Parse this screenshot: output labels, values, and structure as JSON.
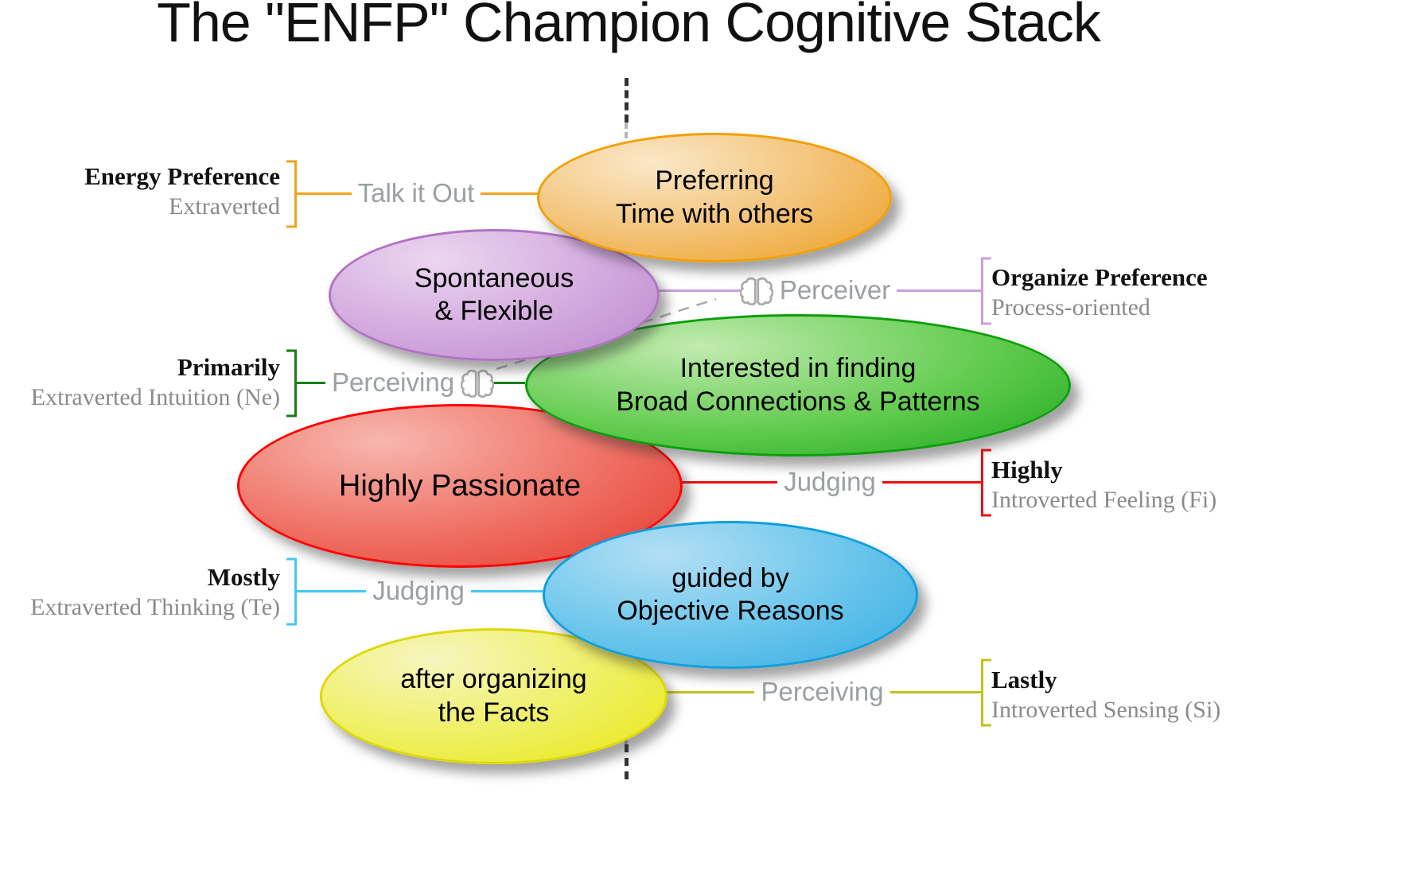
{
  "title": "The \"ENFP\" Champion Cognitive Stack",
  "center_line_color": "#333333",
  "dashed_link_color": "#ABABAB",
  "ellipses": [
    {
      "name": "preferring-time-with-others",
      "line1": "Preferring",
      "line2": "Time with others",
      "border": "#F2A007"
    },
    {
      "name": "spontaneous-flexible",
      "line1": "Spontaneous",
      "line2": "& Flexible",
      "border": "#B172C4"
    },
    {
      "name": "broad-connections",
      "line1": "Interested in finding",
      "line2": "Broad Connections & Patterns",
      "border": "#0B9E0B"
    },
    {
      "name": "highly-passionate",
      "line1": "Highly Passionate",
      "line2": "",
      "border": "#FF0000"
    },
    {
      "name": "objective-reasons",
      "line1": "guided by",
      "line2": "Objective Reasons",
      "border": "#0F9FDC"
    },
    {
      "name": "organizing-facts",
      "line1": "after organizing",
      "line2": "the Facts",
      "border": "#DED800"
    }
  ],
  "left_labels": [
    {
      "bold": "Energy Preference",
      "sub": "Extraverted",
      "link": "Talk it Out",
      "color": "#F5A21C"
    },
    {
      "bold": "Primarily",
      "sub": "Extraverted Intuition (Ne)",
      "link": "Perceiving",
      "color": "#177F17"
    },
    {
      "bold": "Mostly",
      "sub": "Extraverted Thinking (Te)",
      "link": "Judging",
      "color": "#44C8F5"
    }
  ],
  "right_labels": [
    {
      "bold": "Organize Preference",
      "sub": "Process-oriented",
      "link": "Perceiver",
      "color": "#C9A0DC"
    },
    {
      "bold": "Highly",
      "sub": "Introverted Feeling (Fi)",
      "link": "Judging",
      "color": "#F01010"
    },
    {
      "bold": "Lastly",
      "sub": "Introverted Sensing (Si)",
      "link": "Perceiving",
      "color": "#C2C21C"
    }
  ]
}
